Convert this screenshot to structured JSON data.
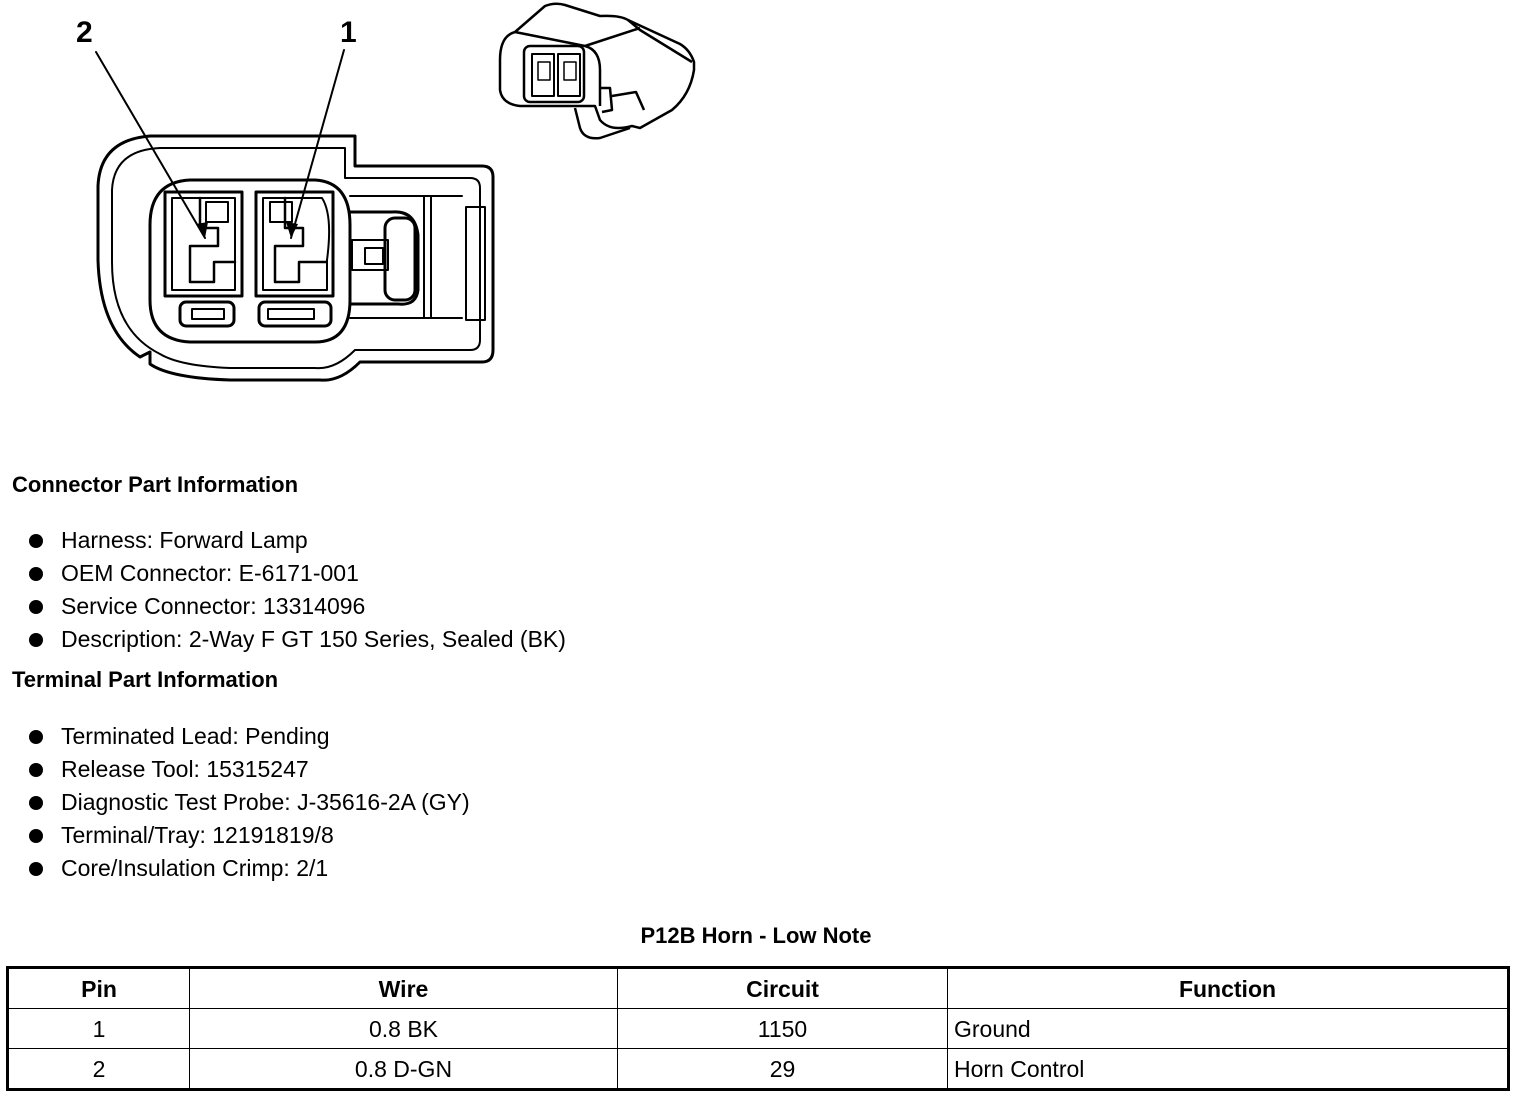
{
  "figure": {
    "pin_labels": [
      "2",
      "1"
    ]
  },
  "connector_info": {
    "title": "Connector Part Information",
    "items": [
      "Harness: Forward Lamp",
      "OEM Connector: E-6171-001",
      "Service Connector: 13314096",
      "Description: 2-Way F GT 150 Series, Sealed (BK)"
    ]
  },
  "terminal_info": {
    "title": "Terminal Part Information",
    "items": [
      "Terminated Lead: Pending",
      "Release Tool: 15315247",
      "Diagnostic Test Probe: J-35616-2A (GY)",
      "Terminal/Tray: 12191819/8",
      "Core/Insulation Crimp: 2/1"
    ]
  },
  "table": {
    "title": "P12B Horn - Low Note",
    "headers": [
      "Pin",
      "Wire",
      "Circuit",
      "Function"
    ],
    "rows": [
      [
        "1",
        "0.8 BK",
        "1150",
        "Ground"
      ],
      [
        "2",
        "0.8 D-GN",
        "29",
        "Horn Control"
      ]
    ]
  }
}
